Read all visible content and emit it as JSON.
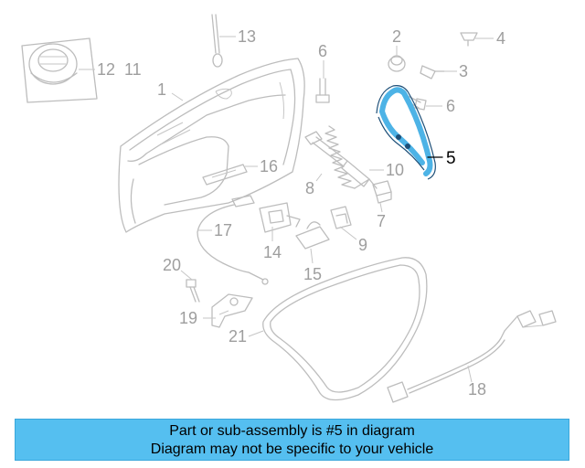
{
  "diagram": {
    "highlight_color": "#4db3e6",
    "callouts": [
      {
        "id": "1",
        "text": "1"
      },
      {
        "id": "2",
        "text": "2"
      },
      {
        "id": "3",
        "text": "3"
      },
      {
        "id": "4",
        "text": "4"
      },
      {
        "id": "5",
        "text": "5"
      },
      {
        "id": "6a",
        "text": "6"
      },
      {
        "id": "6b",
        "text": "6"
      },
      {
        "id": "7",
        "text": "7"
      },
      {
        "id": "8",
        "text": "8"
      },
      {
        "id": "9",
        "text": "9"
      },
      {
        "id": "10",
        "text": "10"
      },
      {
        "id": "11",
        "text": "11"
      },
      {
        "id": "12",
        "text": "12"
      },
      {
        "id": "13",
        "text": "13"
      },
      {
        "id": "14",
        "text": "14"
      },
      {
        "id": "15",
        "text": "15"
      },
      {
        "id": "16",
        "text": "16"
      },
      {
        "id": "17",
        "text": "17"
      },
      {
        "id": "18",
        "text": "18"
      },
      {
        "id": "19",
        "text": "19"
      },
      {
        "id": "20",
        "text": "20"
      },
      {
        "id": "21",
        "text": "21"
      }
    ]
  },
  "banner": {
    "line1": "Part or sub-assembly is #5 in diagram",
    "line2": "Diagram may not be specific to your vehicle",
    "color": "#55bff0"
  }
}
